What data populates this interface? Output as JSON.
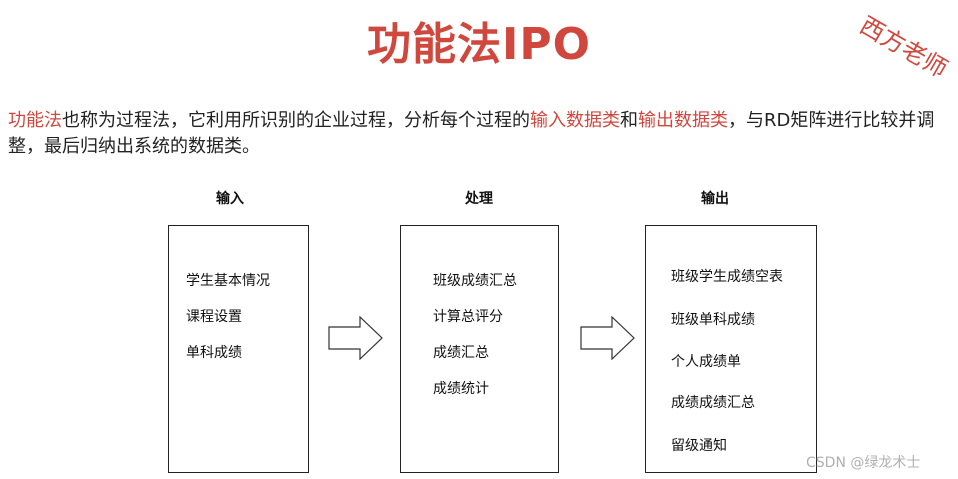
{
  "title": "功能法IPO",
  "corner_watermark": "西方老师",
  "intro": {
    "segments": [
      {
        "text": "功能法",
        "highlight": true
      },
      {
        "text": "也称为过程法，它利用所识别的企业过程，分析每个过程的",
        "highlight": false
      },
      {
        "text": "输入数据类",
        "highlight": true
      },
      {
        "text": "和",
        "highlight": false
      },
      {
        "text": "输出数据类",
        "highlight": true
      },
      {
        "text": "，与RD矩阵进行比较并调整，最后归纳出系统的数据类。",
        "highlight": false
      }
    ]
  },
  "columns": {
    "input": {
      "heading": "输入",
      "items": [
        "学生基本情况",
        "课程设置",
        "单科成绩"
      ]
    },
    "process": {
      "heading": "处理",
      "items": [
        "班级成绩汇总",
        "计算总评分",
        "成绩汇总",
        "成绩统计"
      ]
    },
    "output": {
      "heading": "输出",
      "items": [
        "班级学生成绩空表",
        "班级单科成绩",
        "个人成绩单",
        "成绩成绩汇总",
        "留级通知"
      ]
    }
  },
  "credit": "CSDN @绿龙术士",
  "colors": {
    "accent": "#d0473e",
    "text": "#222222",
    "credit": "#b0b0b0"
  }
}
